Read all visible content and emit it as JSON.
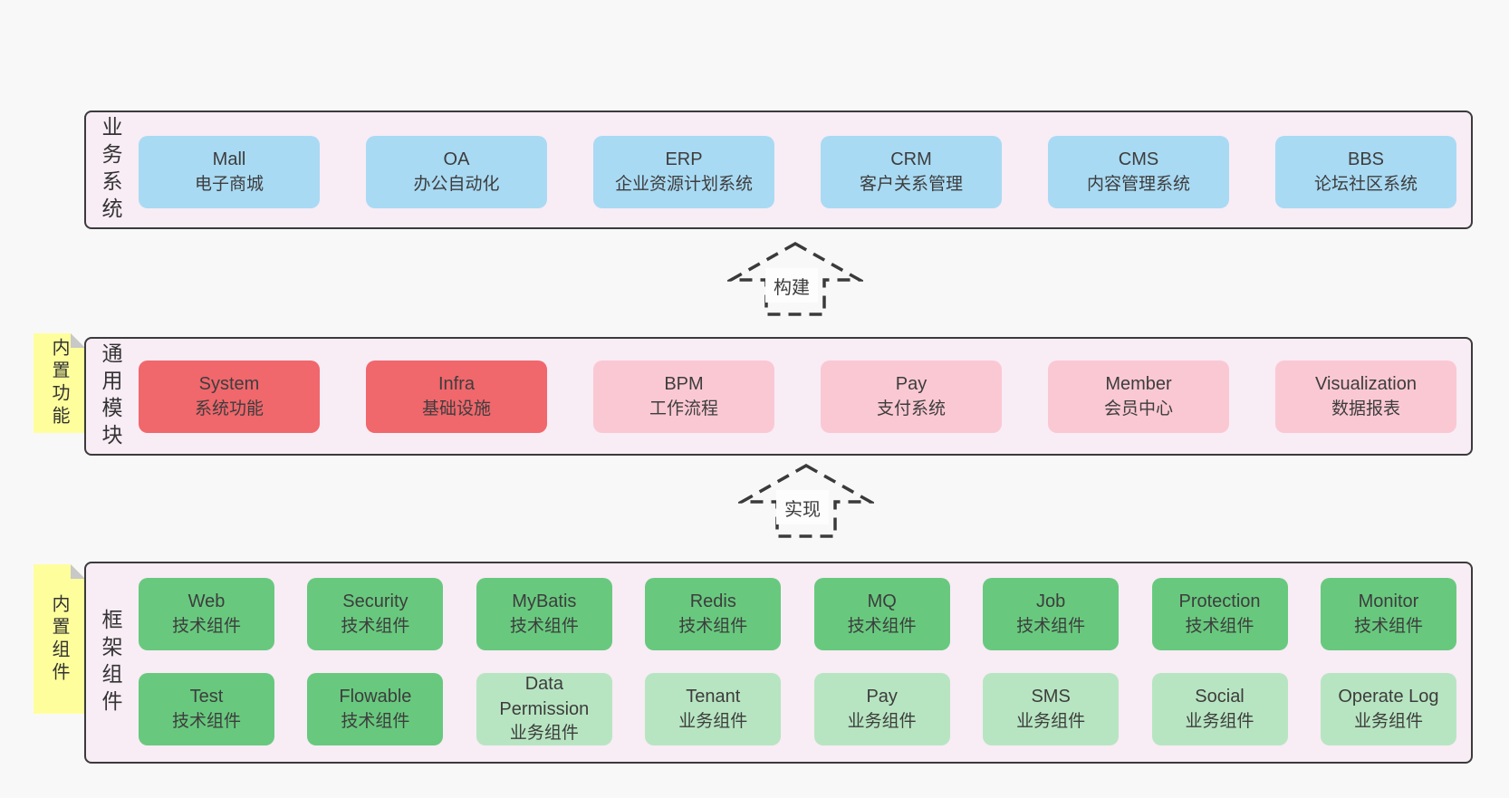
{
  "palette": {
    "page_bg": "#f8f8f8",
    "panel_bg": "#f8ecf5",
    "panel_border": "#3b3b3b",
    "blue_box": "#a9daf3",
    "red_box": "#f0676c",
    "pink_box": "#fac8d3",
    "green_box": "#68c97e",
    "light_green_box": "#b7e5c1",
    "note_yellow": "#feff9c",
    "note_fold_gray": "#c8c8c8",
    "text": "#3d3d3d"
  },
  "arrows": [
    {
      "label": "构建"
    },
    {
      "label": "实现"
    }
  ],
  "layers": [
    {
      "label": "业务系统",
      "boxes": [
        {
          "en": "Mall",
          "zh": "电子商城"
        },
        {
          "en": "OA",
          "zh": "办公自动化"
        },
        {
          "en": "ERP",
          "zh": "企业资源计划系统"
        },
        {
          "en": "CRM",
          "zh": "客户关系管理"
        },
        {
          "en": "CMS",
          "zh": "内容管理系统"
        },
        {
          "en": "BBS",
          "zh": "论坛社区系统"
        }
      ]
    },
    {
      "label": "通用模块",
      "note": "内置功能",
      "boxes": [
        {
          "en": "System",
          "zh": "系统功能"
        },
        {
          "en": "Infra",
          "zh": "基础设施"
        },
        {
          "en": "BPM",
          "zh": "工作流程"
        },
        {
          "en": "Pay",
          "zh": "支付系统"
        },
        {
          "en": "Member",
          "zh": "会员中心"
        },
        {
          "en": "Visualization",
          "zh": "数据报表"
        }
      ]
    },
    {
      "label": "框架组件",
      "note": "内置组件",
      "rows": [
        [
          {
            "en": "Web",
            "zh": "技术组件"
          },
          {
            "en": "Security",
            "zh": "技术组件"
          },
          {
            "en": "MyBatis",
            "zh": "技术组件"
          },
          {
            "en": "Redis",
            "zh": "技术组件"
          },
          {
            "en": "MQ",
            "zh": "技术组件"
          },
          {
            "en": "Job",
            "zh": "技术组件"
          },
          {
            "en": "Protection",
            "zh": "技术组件"
          },
          {
            "en": "Monitor",
            "zh": "技术组件"
          }
        ],
        [
          {
            "en": "Test",
            "zh": "技术组件"
          },
          {
            "en": "Flowable",
            "zh": "技术组件"
          },
          {
            "en": "Data Permission",
            "zh": "业务组件"
          },
          {
            "en": "Tenant",
            "zh": "业务组件"
          },
          {
            "en": "Pay",
            "zh": "业务组件"
          },
          {
            "en": "SMS",
            "zh": "业务组件"
          },
          {
            "en": "Social",
            "zh": "业务组件"
          },
          {
            "en": "Operate Log",
            "zh": "业务组件"
          }
        ]
      ]
    }
  ]
}
